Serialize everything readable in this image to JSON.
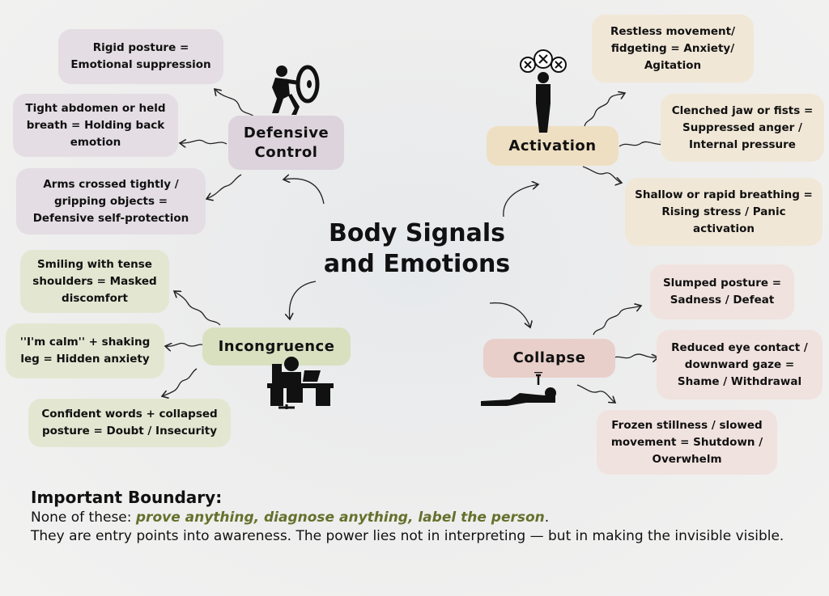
{
  "title": "Body Signals and Emotions",
  "title_lines": [
    "Body Signals",
    "and Emotions"
  ],
  "colors": {
    "defensive": "#ddd3dc",
    "activation": "#eedfc2",
    "incongruence": "#d8e0bf",
    "collapse": "#e8cfca",
    "highlight": "#66702c"
  },
  "categories": {
    "defensive": {
      "label_lines": [
        "Defensive",
        "Control"
      ],
      "icon": "person-with-shield-icon",
      "signals": [
        "Rigid posture = Emotional suppression",
        "Tight abdomen or held breath = Holding back emotion",
        "Arms crossed tightly / gripping objects = Defensive self-protection"
      ]
    },
    "activation": {
      "label": "Activation",
      "icon": "anxious-person-icon",
      "signals": [
        "Restless movement/ fidgeting = Anxiety/ Agitation",
        "Clenched jaw or fists = Suppressed anger / Internal pressure",
        "Shallow or rapid breathing = Rising stress / Panic activation"
      ]
    },
    "incongruence": {
      "label": "Incongruence",
      "icon": "stressed-person-at-desk-icon",
      "signals": [
        "Smiling with tense shoulders = Masked discomfort",
        "''I'm calm'' + shaking leg = Hidden anxiety",
        "Confident words + collapsed posture = Doubt / Insecurity"
      ]
    },
    "collapse": {
      "label": "Collapse",
      "icon": "person-lying-down-icon",
      "signals": [
        "Slumped posture = Sadness / Defeat",
        "Reduced eye contact / downward gaze = Shame / Withdrawal",
        "Frozen stillness / slowed movement = Shutdown / Overwhelm"
      ]
    }
  },
  "boundary": {
    "title": "Important Boundary:",
    "line1_prefix": "None of these: ",
    "line1_highlight": "prove anything, diagnose anything, label the person",
    "line1_suffix": ".",
    "line2": "They are entry points into awareness. The power lies not in interpreting — but in making the invisible visible."
  }
}
